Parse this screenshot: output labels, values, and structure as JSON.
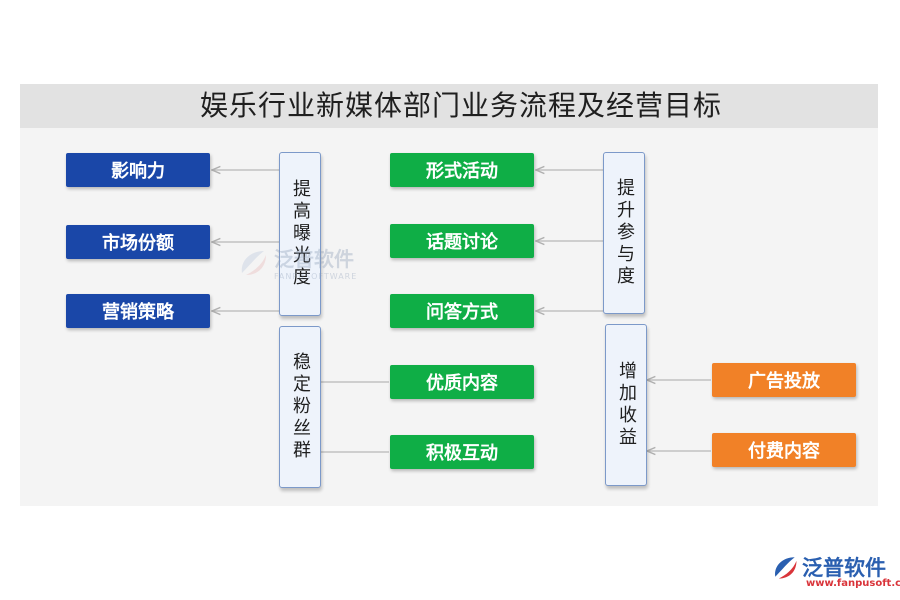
{
  "title": "娱乐行业新媒体部门业务流程及经营目标",
  "left_outputs": [
    "影响力",
    "市场份额",
    "营销策略"
  ],
  "center_items": [
    "形式活动",
    "话题讨论",
    "问答方式",
    "优质内容",
    "积极互动"
  ],
  "right_inputs": [
    "广告投放",
    "付费内容"
  ],
  "goals": {
    "exposure": "提高曝光度",
    "fans": "稳定粉丝群",
    "engagement": "提升参与度",
    "revenue": "增加收益"
  },
  "watermark": {
    "text": "泛普软件",
    "sub": "FANPUSOFTWARE"
  },
  "logo": {
    "text": "泛普软件",
    "url": "www.fanpusoft.com"
  },
  "colors": {
    "blue": "#1a47a8",
    "green": "#0fae46",
    "orange": "#f18127",
    "panel": "#f4f4f4",
    "title_bar": "#e2e2e2"
  }
}
